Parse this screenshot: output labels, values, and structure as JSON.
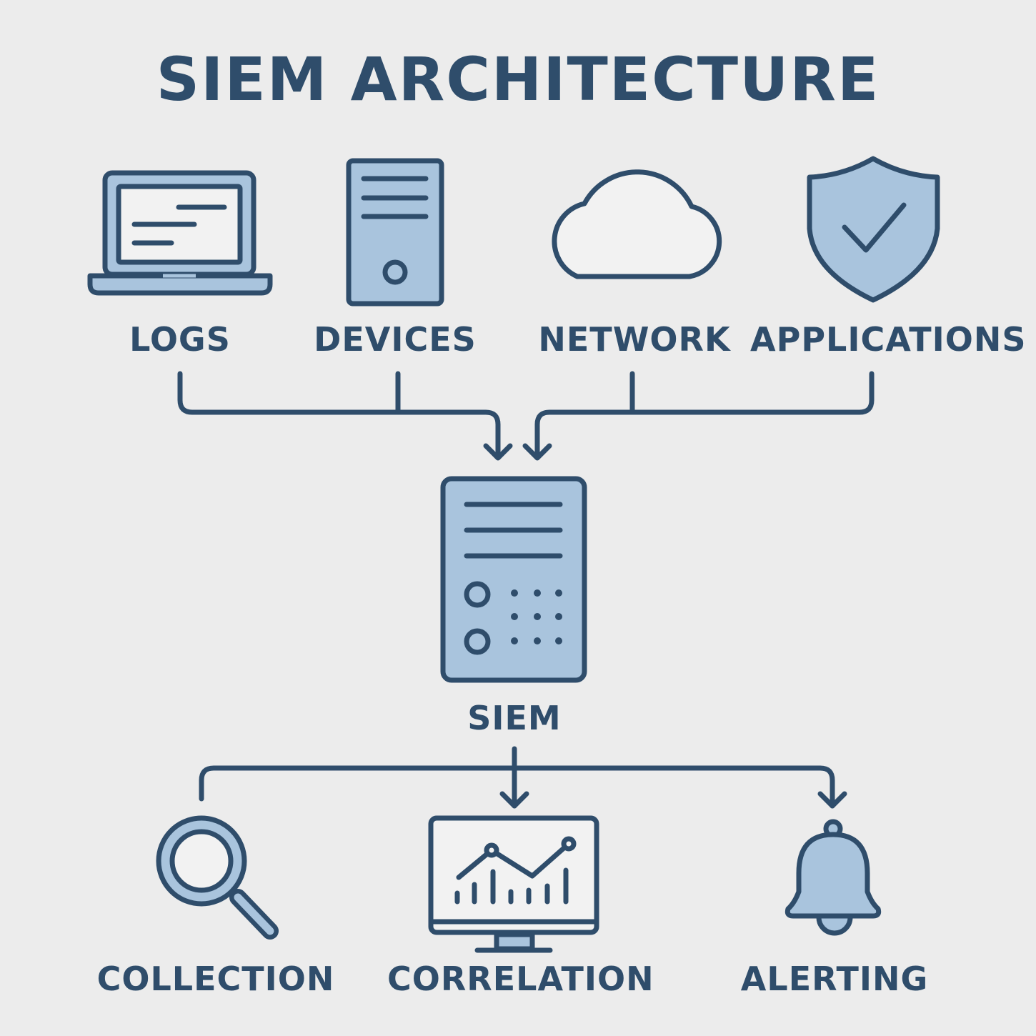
{
  "title": "SIEM ARCHITECTURE",
  "sources": [
    {
      "label": "LOGS",
      "icon": "laptop-icon"
    },
    {
      "label": "DEVICES",
      "icon": "server-tower-icon"
    },
    {
      "label": "NETWORK",
      "icon": "cloud-icon"
    },
    {
      "label": "APPLICATIONS",
      "icon": "shield-check-icon"
    }
  ],
  "hub": {
    "label": "SIEM",
    "icon": "server-rack-icon"
  },
  "outputs": [
    {
      "label": "COLLECTION",
      "icon": "magnifier-icon"
    },
    {
      "label": "CORRELATION",
      "icon": "chart-monitor-icon"
    },
    {
      "label": "ALERTING",
      "icon": "bell-icon"
    }
  ],
  "colors": {
    "background": "#ececec",
    "stroke": "#2f4d6b",
    "fill": "#a9c4dd"
  }
}
